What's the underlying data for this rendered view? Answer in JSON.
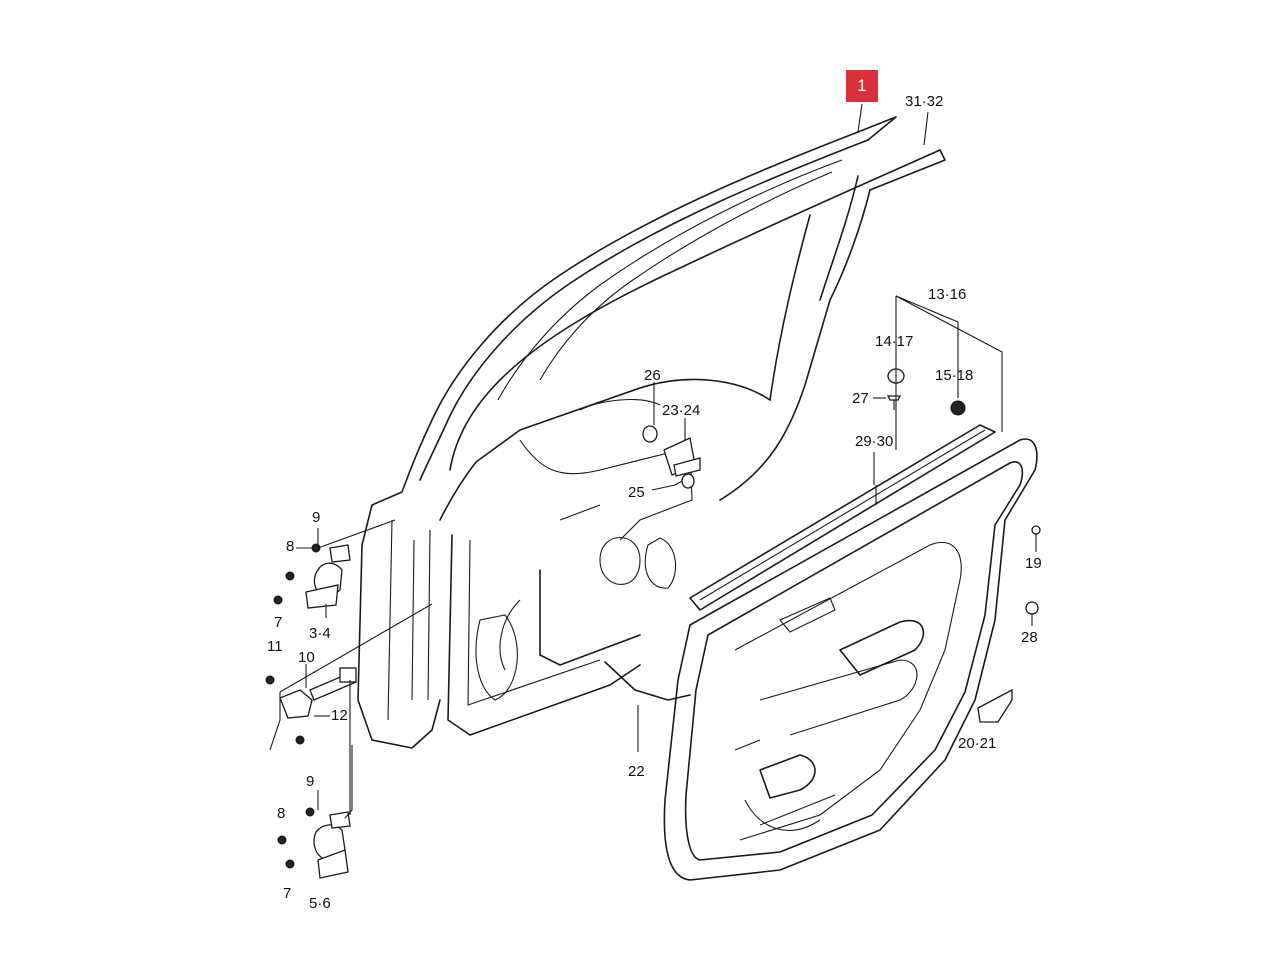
{
  "callout": {
    "label": "1",
    "color": "#d9303a"
  },
  "labels": {
    "l3132": "31·32",
    "l1316": "13·16",
    "l1417": "14·17",
    "l1518": "15·18",
    "l27": "27",
    "l2930": "29·30",
    "l26": "26",
    "l2324": "23·24",
    "l25": "25",
    "l9a": "9",
    "l8a": "8",
    "l7a": "7",
    "l34": "3·4",
    "l11": "11",
    "l10": "10",
    "l12": "12",
    "l9b": "9",
    "l8b": "8",
    "l7b": "7",
    "l56": "5·6",
    "l22": "22",
    "l19": "19",
    "l28": "28",
    "l2021": "20·21"
  }
}
